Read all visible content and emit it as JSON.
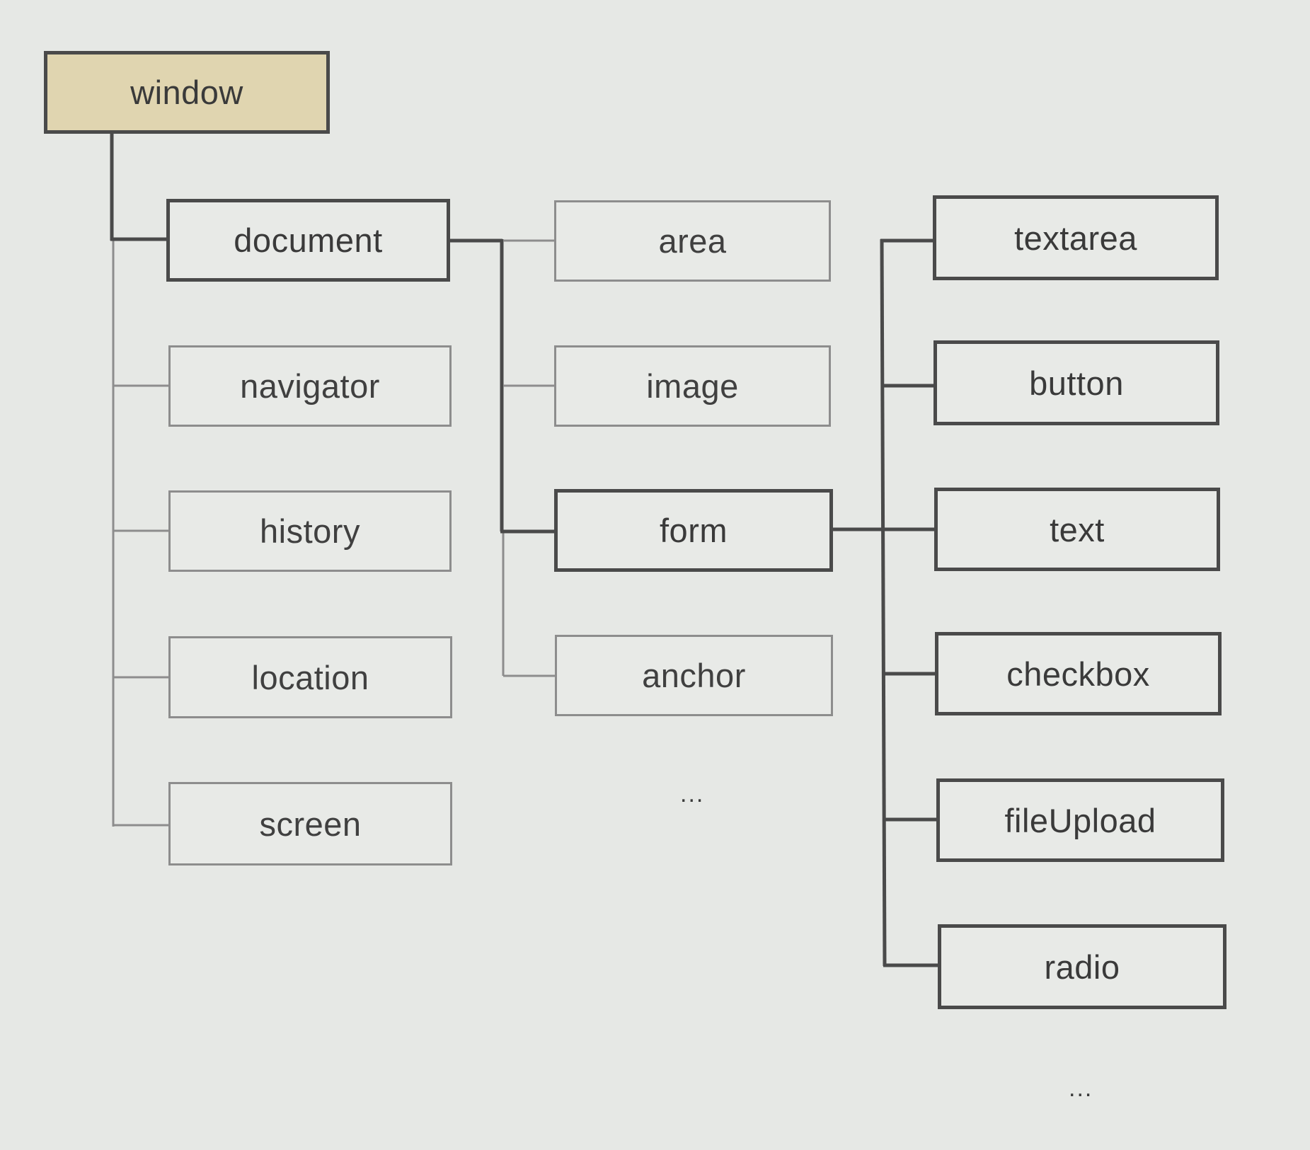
{
  "nodes": {
    "window": "window",
    "document": "document",
    "navigator": "navigator",
    "history": "history",
    "location": "location",
    "screen": "screen",
    "area": "area",
    "image": "image",
    "form": "form",
    "anchor": "anchor",
    "textarea": "textarea",
    "button": "button",
    "text": "text",
    "checkbox": "checkbox",
    "fileUpload": "fileUpload",
    "radio": "radio"
  },
  "ellipsis_document_children": "...",
  "ellipsis_form_children": "...",
  "colors": {
    "root_fill": "#e0d5b0",
    "thick_border": "#4a4a4a",
    "thin_border": "#8d8d8d",
    "background": "#e6e8e5"
  }
}
